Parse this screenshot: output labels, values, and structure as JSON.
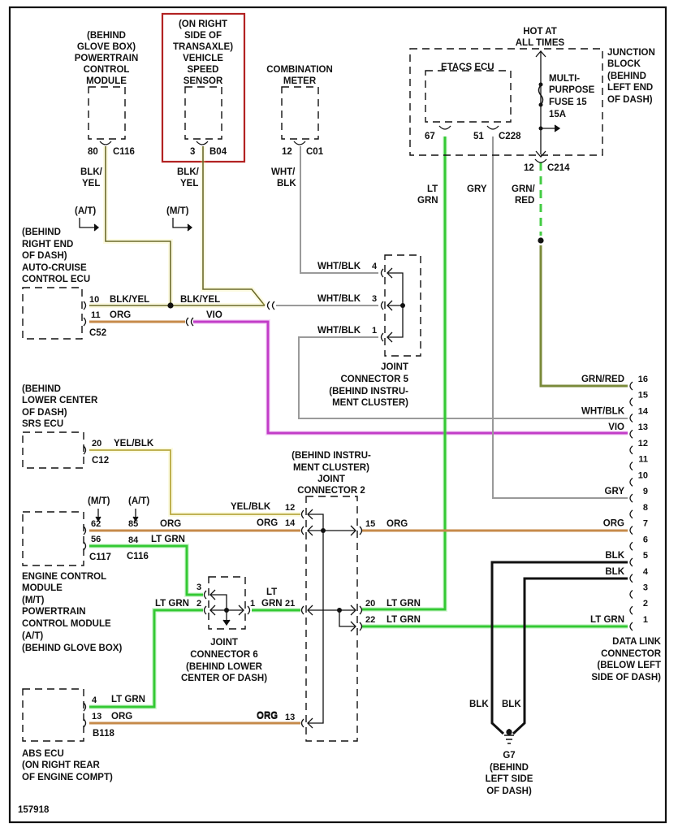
{
  "diagram": {
    "figure_id": "157918",
    "colors": {
      "BLK/YEL": "#6b6a2a",
      "BLK/YEL_glow": "#f6f08a",
      "ORG": "#c68a4a",
      "VIO": "#c23cc8",
      "WHT/BLK": "#9a9a9a",
      "GRY": "#999999",
      "LT GRN": "#33c933",
      "GRN/RED": "#7a8a3a",
      "GRN/RED_dash": "#44cc44",
      "YEL/BLK": "#b8a840",
      "YEL/BLK_glow": "#f4ee8c",
      "BLK": "#111111",
      "highlight_box": "#b22222"
    },
    "components": {
      "pcm_top": {
        "lines": [
          "(BEHIND",
          "GLOVE BOX)",
          "POWERTRAIN",
          "CONTROL",
          "MODULE"
        ],
        "pin": "80",
        "connector": "C116",
        "wire": [
          "BLK/",
          "YEL"
        ]
      },
      "vss": {
        "lines": [
          "(ON RIGHT",
          "SIDE OF",
          "TRANSAXLE)",
          "VEHICLE",
          "SPEED",
          "SENSOR"
        ],
        "pin": "3",
        "connector": "B04",
        "wire": [
          "BLK/",
          "YEL"
        ]
      },
      "combination_meter": {
        "lines": [
          "COMBINATION",
          "METER"
        ],
        "pin": "12",
        "connector": "C01",
        "wire": [
          "WHT/",
          "BLK"
        ]
      },
      "hot_at_all_times": [
        "HOT AT",
        "ALL TIMES"
      ],
      "etacs": {
        "title": "ETACS ECU",
        "pin_a": "67",
        "pin_b": "51",
        "connector": "C228",
        "wire_a": [
          "LT",
          "GRN"
        ],
        "wire_b": "GRY"
      },
      "fuse": [
        "MULTI-",
        "PURPOSE",
        "FUSE 15",
        "15A"
      ],
      "junction_block": [
        "JUNCTION",
        "BLOCK",
        "(BEHIND",
        "LEFT END",
        "OF DASH)"
      ],
      "c214": {
        "pin": "12",
        "connector": "C214",
        "wire": [
          "GRN/",
          "RED"
        ]
      },
      "at_label": "(A/T)",
      "mt_label": "(M/T)",
      "auto_cruise": {
        "lines": [
          "(BEHIND",
          "RIGHT END",
          "OF DASH)",
          "AUTO-CRUISE",
          "CONTROL ECU"
        ],
        "pin1": "10",
        "wire1": "BLK/YEL",
        "wire1b": "BLK/YEL",
        "pin2": "11",
        "wire2": "ORG",
        "wire2b": "VIO",
        "connector": "C52"
      },
      "joint5": {
        "lines": [
          "JOINT",
          "CONNECTOR 5",
          "(BEHIND INSTRU-",
          "MENT CLUSTER)"
        ],
        "pins": [
          {
            "pin": "4",
            "wire": "WHT/BLK"
          },
          {
            "pin": "3",
            "wire": "WHT/BLK"
          },
          {
            "pin": "1",
            "wire": "WHT/BLK"
          }
        ]
      },
      "srs": {
        "lines": [
          "(BEHIND",
          "LOWER CENTER",
          "OF DASH)",
          "SRS ECU"
        ],
        "pin": "20",
        "wire": "YEL/BLK",
        "connector": "C12"
      },
      "joint2": {
        "lines": [
          "(BEHIND INSTRU-",
          "MENT CLUSTER)",
          "JOINT",
          "CONNECTOR 2"
        ],
        "left_pins": [
          {
            "pin": "12",
            "wire": "YEL/BLK"
          },
          {
            "pin": "14",
            "wire": "ORG"
          },
          {
            "pin": "21",
            "wire": [
              "LT",
              "GRN"
            ]
          },
          {
            "pin": "13",
            "wire": "ORG"
          }
        ],
        "right_pins": [
          {
            "pin": "15",
            "wire": "ORG"
          },
          {
            "pin": "20",
            "wire": "LT GRN"
          },
          {
            "pin": "22",
            "wire": "LT GRN"
          }
        ]
      },
      "ecm": {
        "lines": [
          "ENGINE CONTROL",
          "MODULE",
          "(M/T)",
          "POWERTRAIN",
          "CONTROL MODULE",
          "(A/T)",
          "(BEHIND GLOVE BOX)"
        ],
        "mt": "(M/T)",
        "at": "(A/T)",
        "pin_mt1": "62",
        "pin_at1": "85",
        "wire1": "ORG",
        "pin_mt2": "56",
        "pin_at2": "84",
        "wire2": "LT GRN",
        "conn_mt": "C117",
        "conn_at": "C116"
      },
      "joint6": {
        "lines": [
          "JOINT",
          "CONNECTOR 6",
          "(BEHIND LOWER",
          "CENTER OF DASH)"
        ],
        "pin3": "3",
        "pin2": "2",
        "pin1": "1",
        "wire2": "LT GRN"
      },
      "abs": {
        "lines": [
          "ABS ECU",
          "(ON RIGHT REAR",
          "OF ENGINE COMPT)"
        ],
        "pin1": "4",
        "wire1": "LT GRN",
        "pin2": "13",
        "wire2": "ORG",
        "connector": "B118",
        "wire_right": "ORG"
      },
      "dlc": {
        "lines": [
          "DATA LINK",
          "CONNECTOR",
          "(BELOW LEFT",
          "SIDE OF DASH)"
        ],
        "pins": [
          {
            "pin": "16",
            "wire": "GRN/RED"
          },
          {
            "pin": "15",
            "wire": ""
          },
          {
            "pin": "14",
            "wire": "WHT/BLK"
          },
          {
            "pin": "13",
            "wire": "VIO"
          },
          {
            "pin": "12",
            "wire": ""
          },
          {
            "pin": "11",
            "wire": ""
          },
          {
            "pin": "10",
            "wire": ""
          },
          {
            "pin": "9",
            "wire": "GRY"
          },
          {
            "pin": "8",
            "wire": ""
          },
          {
            "pin": "7",
            "wire": "ORG"
          },
          {
            "pin": "6",
            "wire": ""
          },
          {
            "pin": "5",
            "wire": "BLK"
          },
          {
            "pin": "4",
            "wire": "BLK"
          },
          {
            "pin": "3",
            "wire": ""
          },
          {
            "pin": "2",
            "wire": ""
          },
          {
            "pin": "1",
            "wire": "LT GRN"
          }
        ]
      },
      "ground": {
        "wire_a": "BLK",
        "wire_b": "BLK",
        "lines": [
          "G7",
          "(BEHIND",
          "LEFT SIDE",
          "OF DASH)"
        ]
      }
    }
  }
}
